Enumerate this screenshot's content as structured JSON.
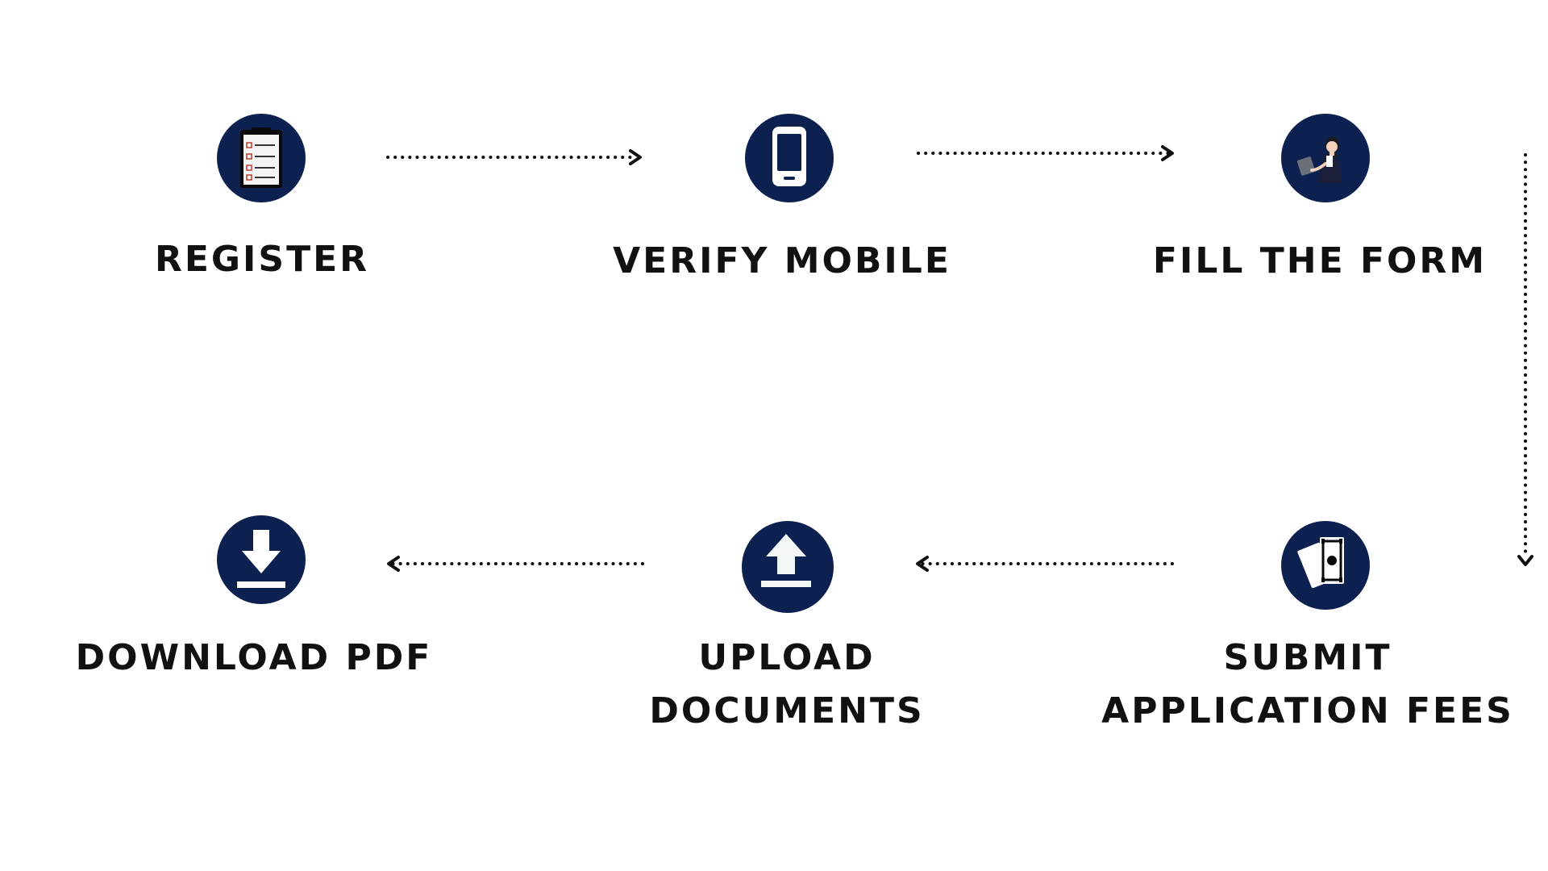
{
  "colors": {
    "circle": "#0c2150",
    "text": "#111111",
    "arrow": "#111111",
    "icon_light": "#ffffff"
  },
  "steps": [
    {
      "label": "REGISTER",
      "icon": "clipboard-checklist-icon"
    },
    {
      "label": "VERIFY MOBILE",
      "icon": "smartphone-icon"
    },
    {
      "label": "FILL THE FORM",
      "icon": "person-laptop-icon"
    },
    {
      "label": "SUBMIT APPLICATION FEES",
      "icon": "cash-payment-icon"
    },
    {
      "label": "UPLOAD DOCUMENTS",
      "icon": "upload-icon"
    },
    {
      "label": "DOWNLOAD PDF",
      "icon": "download-icon"
    }
  ],
  "flow": [
    {
      "from": "REGISTER",
      "to": "VERIFY MOBILE"
    },
    {
      "from": "VERIFY MOBILE",
      "to": "FILL THE FORM"
    },
    {
      "from": "FILL THE FORM",
      "to": "SUBMIT APPLICATION FEES"
    },
    {
      "from": "SUBMIT APPLICATION FEES",
      "to": "UPLOAD DOCUMENTS"
    },
    {
      "from": "UPLOAD DOCUMENTS",
      "to": "DOWNLOAD PDF"
    }
  ]
}
